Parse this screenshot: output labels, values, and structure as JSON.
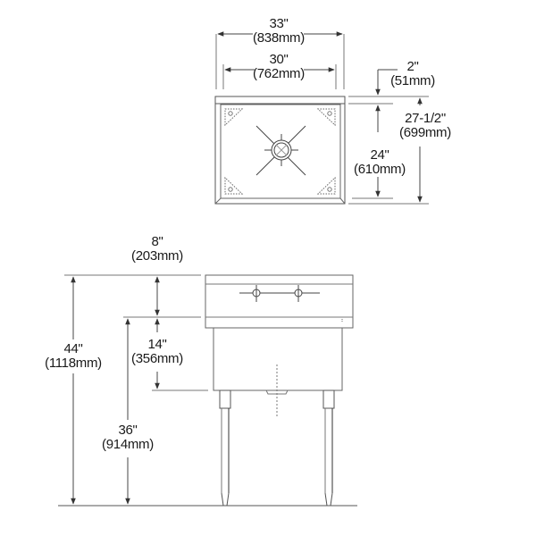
{
  "colors": {
    "line": "#333333",
    "light_line": "#888888",
    "text": "#1a1a1a",
    "background": "#ffffff"
  },
  "top_view": {
    "overall_width": {
      "in": "33\"",
      "mm": "(838mm)"
    },
    "bowl_width": {
      "in": "30\"",
      "mm": "(762mm)"
    },
    "backsplash_depth": {
      "in": "2\"",
      "mm": "(51mm)"
    },
    "bowl_depth": {
      "in": "24\"",
      "mm": "(610mm)"
    },
    "overall_depth": {
      "in": "27-1/2\"",
      "mm": "(699mm)"
    }
  },
  "front_view": {
    "backsplash_height": {
      "in": "8\"",
      "mm": "(203mm)"
    },
    "bowl_height": {
      "in": "14\"",
      "mm": "(356mm)"
    },
    "overall_height": {
      "in": "44\"",
      "mm": "(1118mm)"
    },
    "rim_height": {
      "in": "36\"",
      "mm": "(914mm)"
    }
  }
}
